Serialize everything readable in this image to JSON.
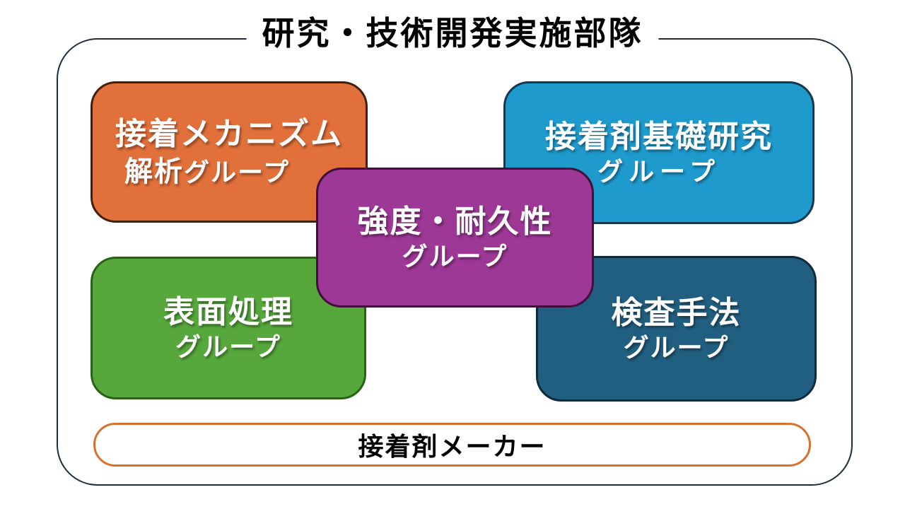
{
  "slide": {
    "title": "研究・技術開発実施部隊"
  },
  "groups": [
    {
      "key": "adhesion-mechanism-analysis",
      "line1": "接着メカニズム",
      "line2_prefix": "解析",
      "line2": "グループ",
      "fill": "#E2703A",
      "border": "#40210D"
    },
    {
      "key": "adhesive-basic-research",
      "line1": "接着剤基礎研究",
      "line2_prefix": "",
      "line2": "グループ",
      "fill": "#1F9ACD",
      "border": "#16374E"
    },
    {
      "key": "strength-durability",
      "line1": "強度・耐久性",
      "line2_prefix": "",
      "line2": "グループ",
      "fill": "#9D3896",
      "border": "#400F3C"
    },
    {
      "key": "surface-treatment",
      "line1": "表面処理",
      "line2_prefix": "",
      "line2": "グループ",
      "fill": "#57A83C",
      "border": "#266414"
    },
    {
      "key": "inspection-method",
      "line1": "検査手法",
      "line2_prefix": "",
      "line2": "グループ",
      "fill": "#215F80",
      "border": "#0D2B3C"
    }
  ],
  "footer": {
    "label": "接着剤メーカー",
    "border_color": "#D8702E"
  },
  "colors": {
    "outer_border": "#1C2D3D",
    "title_color": "#000000",
    "box_text_color": "#FFFFFF"
  }
}
